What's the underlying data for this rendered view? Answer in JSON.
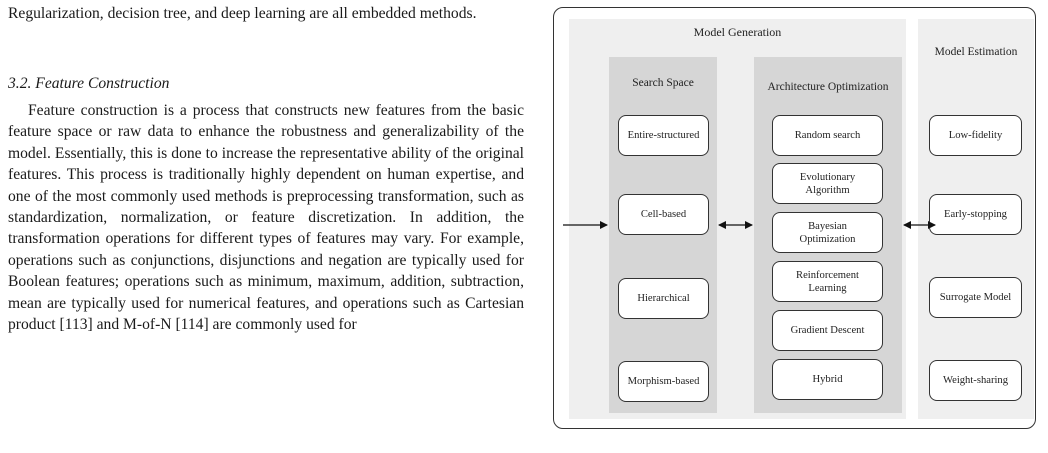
{
  "text": {
    "para_top": "Regularization, decision tree, and deep learning are all embedded methods.",
    "section_heading": "3.2. Feature Construction",
    "para_main": "Feature construction is a process that constructs new features from the basic feature space or raw data to enhance the robustness and generalizability of the model. Essentially, this is done to increase the representative ability of the original features. This process is traditionally highly dependent on human expertise, and one of the most commonly used methods is preprocessing transformation, such as standardization, normalization, or feature discretization. In addition, the transformation operations for different types of features may vary. For example, operations such as conjunctions, disjunctions and negation are typically used for Boolean features; operations such as minimum, maximum, addition, subtraction, mean are typically used for numerical features, and operations such as Cartesian product [113] and M-of-N [114] are commonly used for"
  },
  "figure": {
    "model_generation": {
      "title": "Model Generation",
      "search_space": {
        "title": "Search Space",
        "items": [
          "Entire-structured",
          "Cell-based",
          "Hierarchical",
          "Morphism-based"
        ]
      },
      "architecture_optimization": {
        "title": "Architecture Optimization",
        "items": [
          "Random search",
          "Evolutionary\nAlgorithm",
          "Bayesian\nOptimization",
          "Reinforcement\nLearning",
          "Gradient Descent",
          "Hybrid"
        ]
      }
    },
    "model_estimation": {
      "title": "Model Estimation",
      "items": [
        "Low-fidelity",
        "Early-stopping",
        "Surrogate Model",
        "Weight-sharing"
      ]
    }
  }
}
